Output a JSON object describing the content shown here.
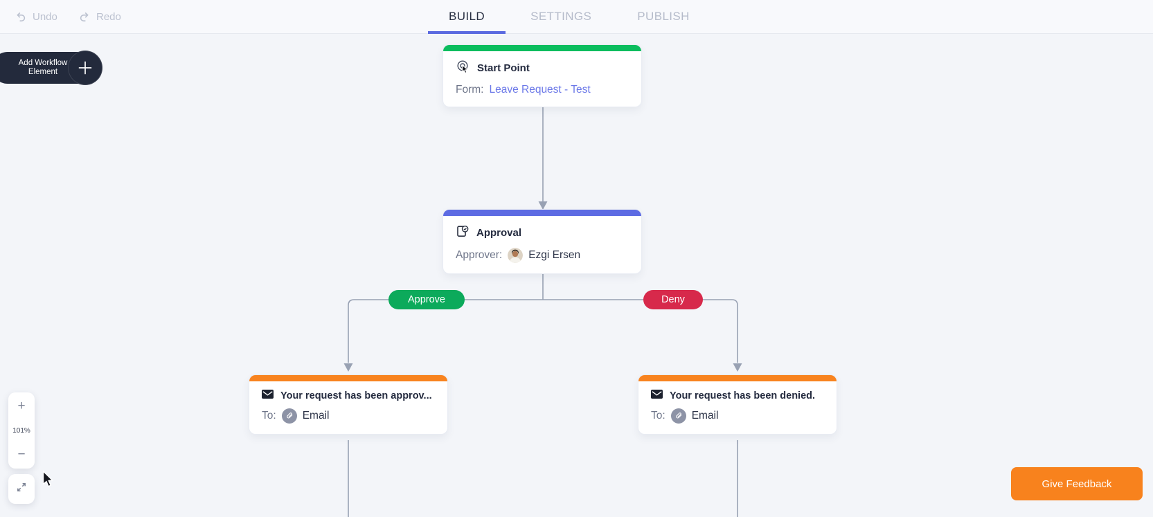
{
  "topbar": {
    "undo_label": "Undo",
    "redo_label": "Redo",
    "tabs": {
      "build": "BUILD",
      "settings": "SETTINGS",
      "publish": "PUBLISH"
    }
  },
  "add_element": {
    "label_line1": "Add Workflow",
    "label_line2": "Element"
  },
  "workflow": {
    "start": {
      "title": "Start Point",
      "field_label": "Form:",
      "field_value": "Leave Request - Test",
      "accent": "#0bbd5e"
    },
    "approval": {
      "title": "Approval",
      "field_label": "Approver:",
      "field_value": "Ezgi Ersen",
      "accent": "#5d6be3"
    },
    "branch_approve": {
      "label": "Approve",
      "color": "#0caa5b"
    },
    "branch_deny": {
      "label": "Deny",
      "color": "#d7294b"
    },
    "email_approved": {
      "title": "Your request has been approv...",
      "field_label": "To:",
      "field_value": "Email",
      "accent": "#f8831f"
    },
    "email_denied": {
      "title": "Your request has been denied.",
      "field_label": "To:",
      "field_value": "Email",
      "accent": "#f8831f"
    }
  },
  "zoom_controls": {
    "zoom_in": "+",
    "zoom_level": "101%",
    "zoom_out": "−"
  },
  "feedback": {
    "label": "Give Feedback",
    "color": "#f8821d"
  },
  "connector_color": "#98a1b3"
}
